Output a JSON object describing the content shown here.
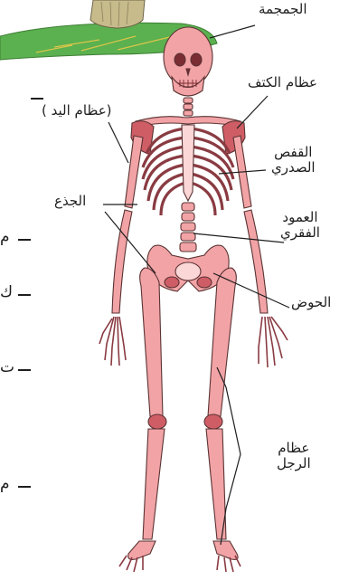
{
  "labels": {
    "skull": "الجمجمة",
    "shoulder_bones": "عظام الكتف",
    "hand_bones": "(عظام اليد )",
    "rib_cage_line1": "القفص",
    "rib_cage_line2": "الصدري",
    "trunk": "الجذع",
    "spine_line1": "العمود",
    "spine_line2": "الفقري",
    "pelvis": "الحوض",
    "leg_bones_line1": "عظام",
    "leg_bones_line2": "الرجل"
  },
  "left_text_fragments": [
    "م",
    "ك",
    "ت",
    "م"
  ],
  "colors": {
    "bone": "#f2a3a6",
    "bone_dark": "#cf5d66",
    "outline": "#5a3333",
    "grass": "#5bb04f",
    "trunk_tree": "#c7bb8c"
  }
}
